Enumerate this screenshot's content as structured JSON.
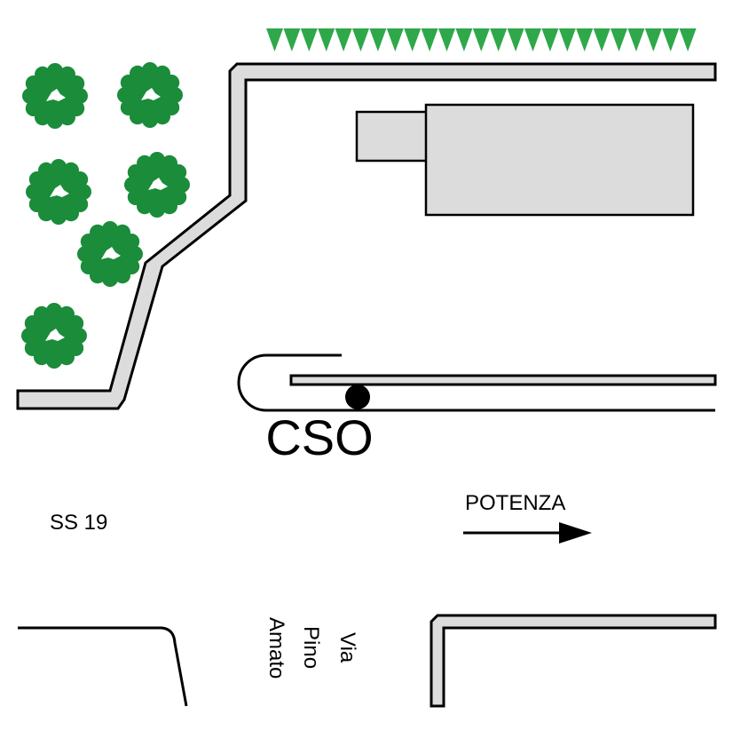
{
  "labels": {
    "station": "CSO",
    "road_main": "SS 19",
    "direction": "POTENZA",
    "side_street": [
      "Via",
      "Pino",
      "Amato"
    ]
  },
  "colors": {
    "background": "#ffffff",
    "road_fill": "#dcdcdc",
    "building_fill": "#dcdcdc",
    "tree_green": "#1a8c3a",
    "hedge_green": "#2fa84a",
    "outline": "#000000"
  },
  "icons": {
    "station_marker": "filled-circle",
    "trees": "tree-canopy",
    "hedge": "hedge-triangles",
    "direction": "arrow-right"
  }
}
